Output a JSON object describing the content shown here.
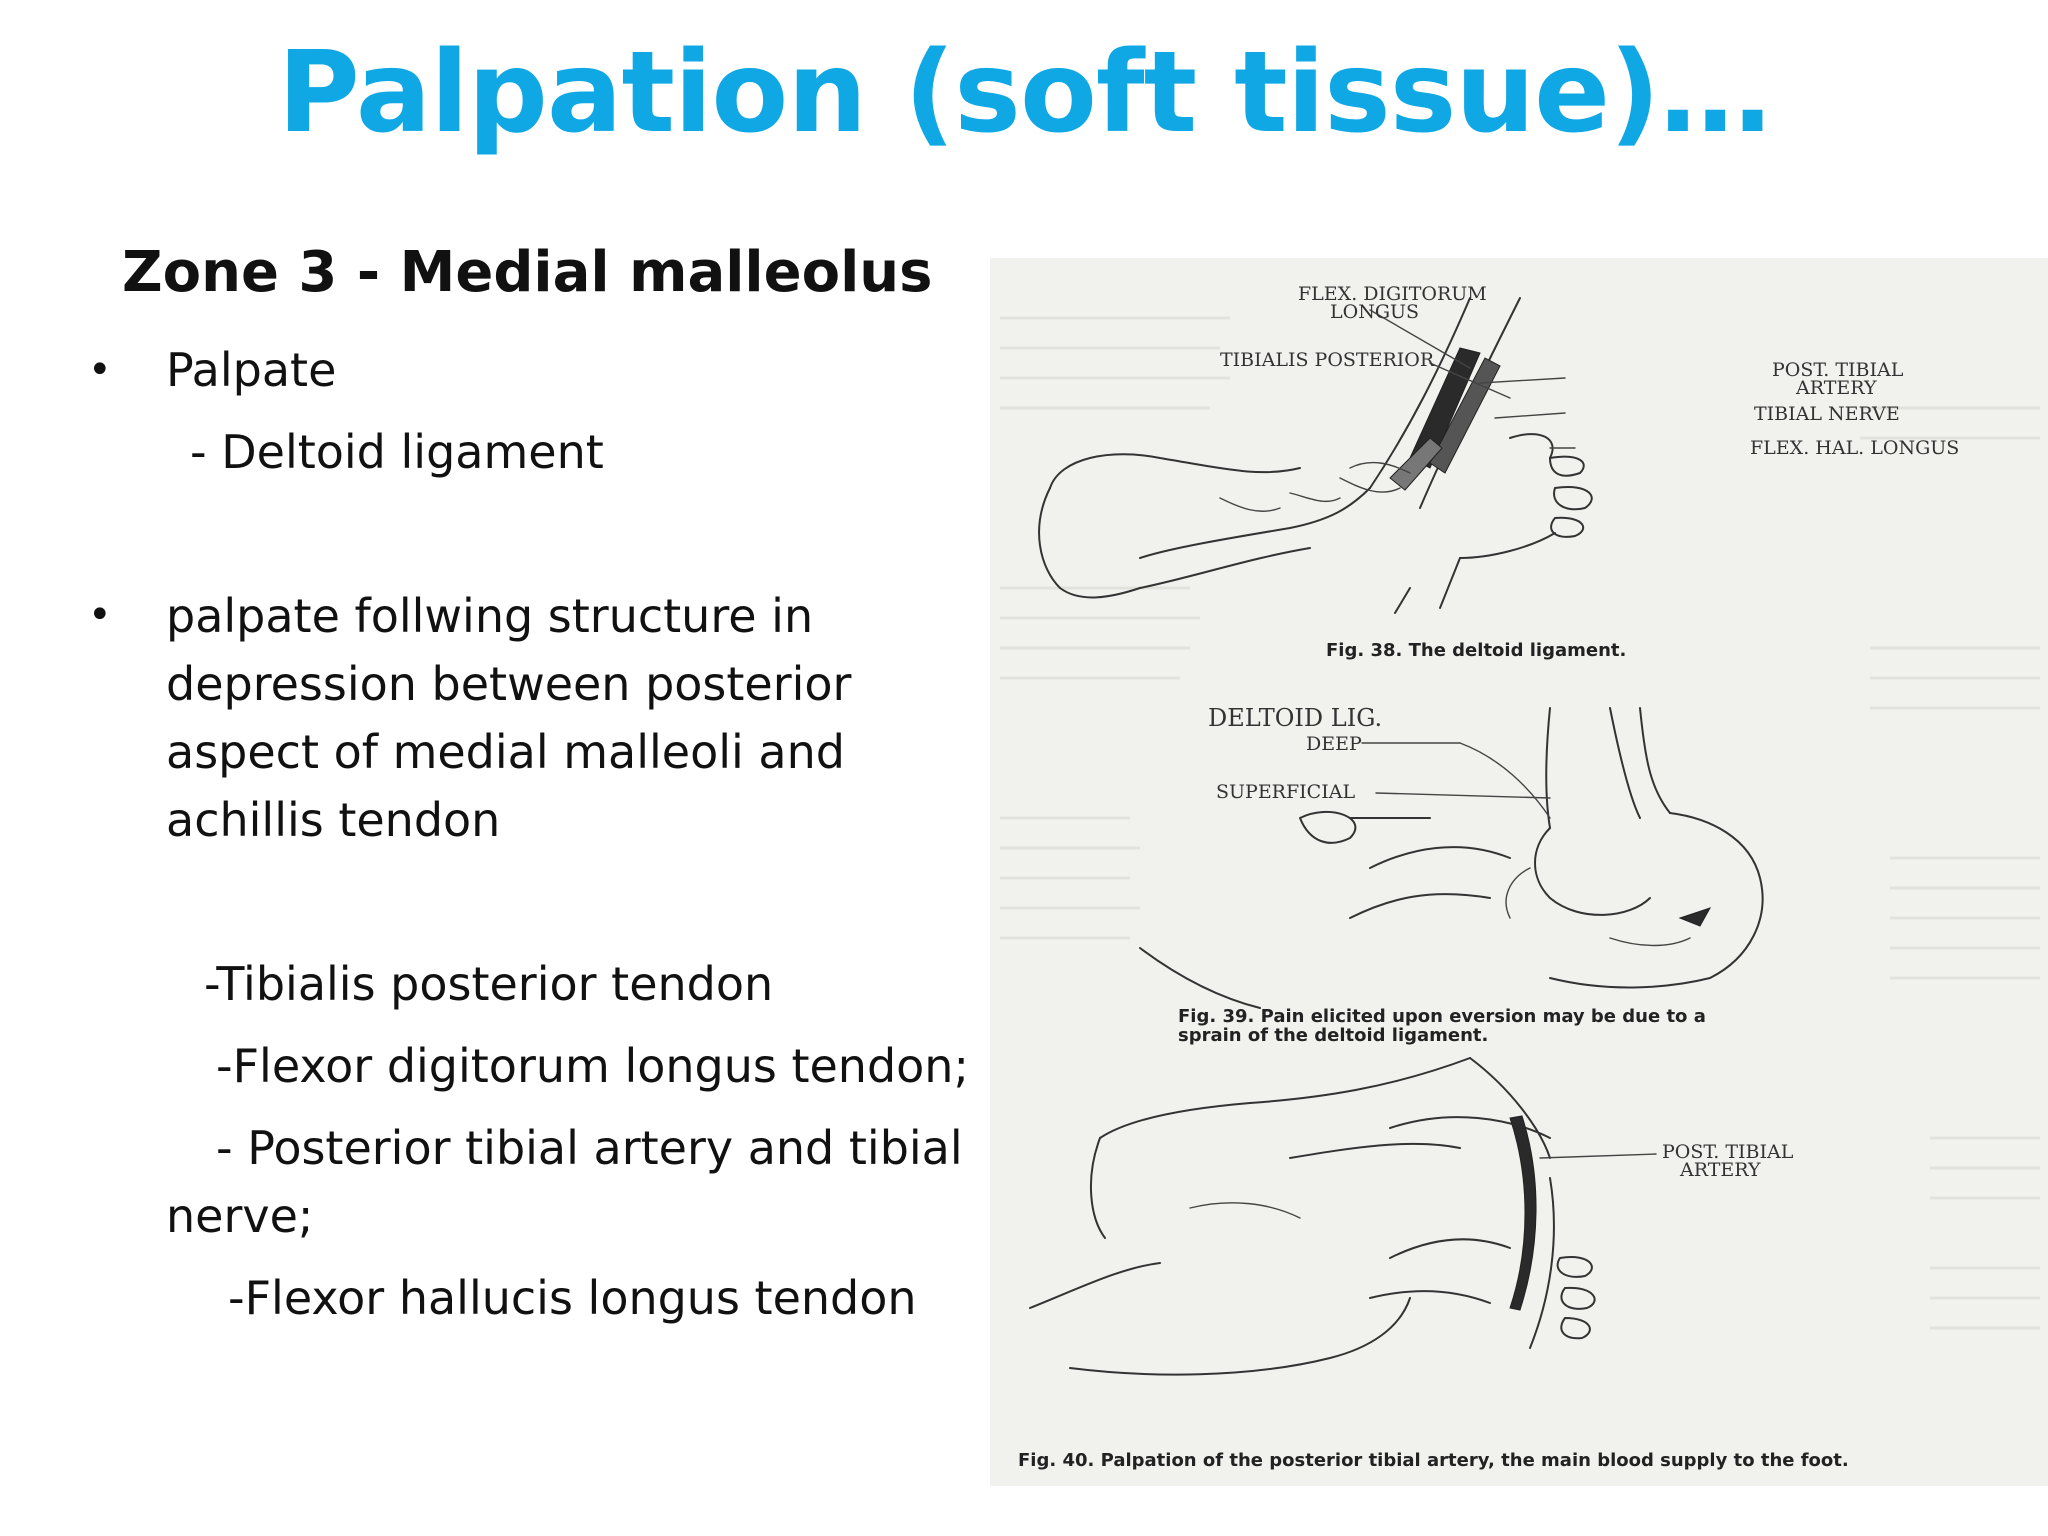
{
  "slide": {
    "title": "Palpation (soft tissue)…",
    "subtitle": "Zone 3 -  Medial malleolus",
    "bullets": [
      {
        "symbol": "•",
        "text": "Palpate"
      },
      {
        "symbol": "•",
        "text": " palpate follwing structure in"
      }
    ],
    "lines": {
      "deltoid": "- Deltoid ligament",
      "b2_line2": "depression between posterior",
      "b2_line3": "aspect of  medial malleoli and",
      "b2_line4": "achillis tendon",
      "tib_post": "-Tibialis posterior tendon",
      "flex_dig": "-Flexor digitorum longus tendon;",
      "post_tib_a": "- Posterior tibial artery and tibial",
      "post_tib_b": "nerve;",
      "flex_hal": "-Flexor hallucis longus tendon"
    }
  },
  "figure": {
    "fig38": {
      "labels": {
        "fdl_1": "FLEX. DIGITORUM",
        "fdl_2": "LONGUS",
        "tib_post": "TIBIALIS POSTERIOR",
        "pta_1": "POST. TIBIAL",
        "pta_2": "ARTERY",
        "tib_nerve": "TIBIAL NERVE",
        "fhl": "FLEX. HAL. LONGUS"
      },
      "caption": "Fig.  38.  The deltoid ligament."
    },
    "fig39": {
      "labels": {
        "deltoid": "DELTOID LIG.",
        "deep": "DEEP",
        "superficial": "SUPERFICIAL"
      },
      "caption_1": "Fig.  39.  Pain elicited upon eversion may be due to a",
      "caption_2": "sprain of the deltoid ligament."
    },
    "fig40": {
      "labels": {
        "pta_1": "POST. TIBIAL",
        "pta_2": "ARTERY"
      },
      "caption": "Fig.  40.  Palpation of the posterior tibial artery, the main blood supply to the foot."
    }
  }
}
